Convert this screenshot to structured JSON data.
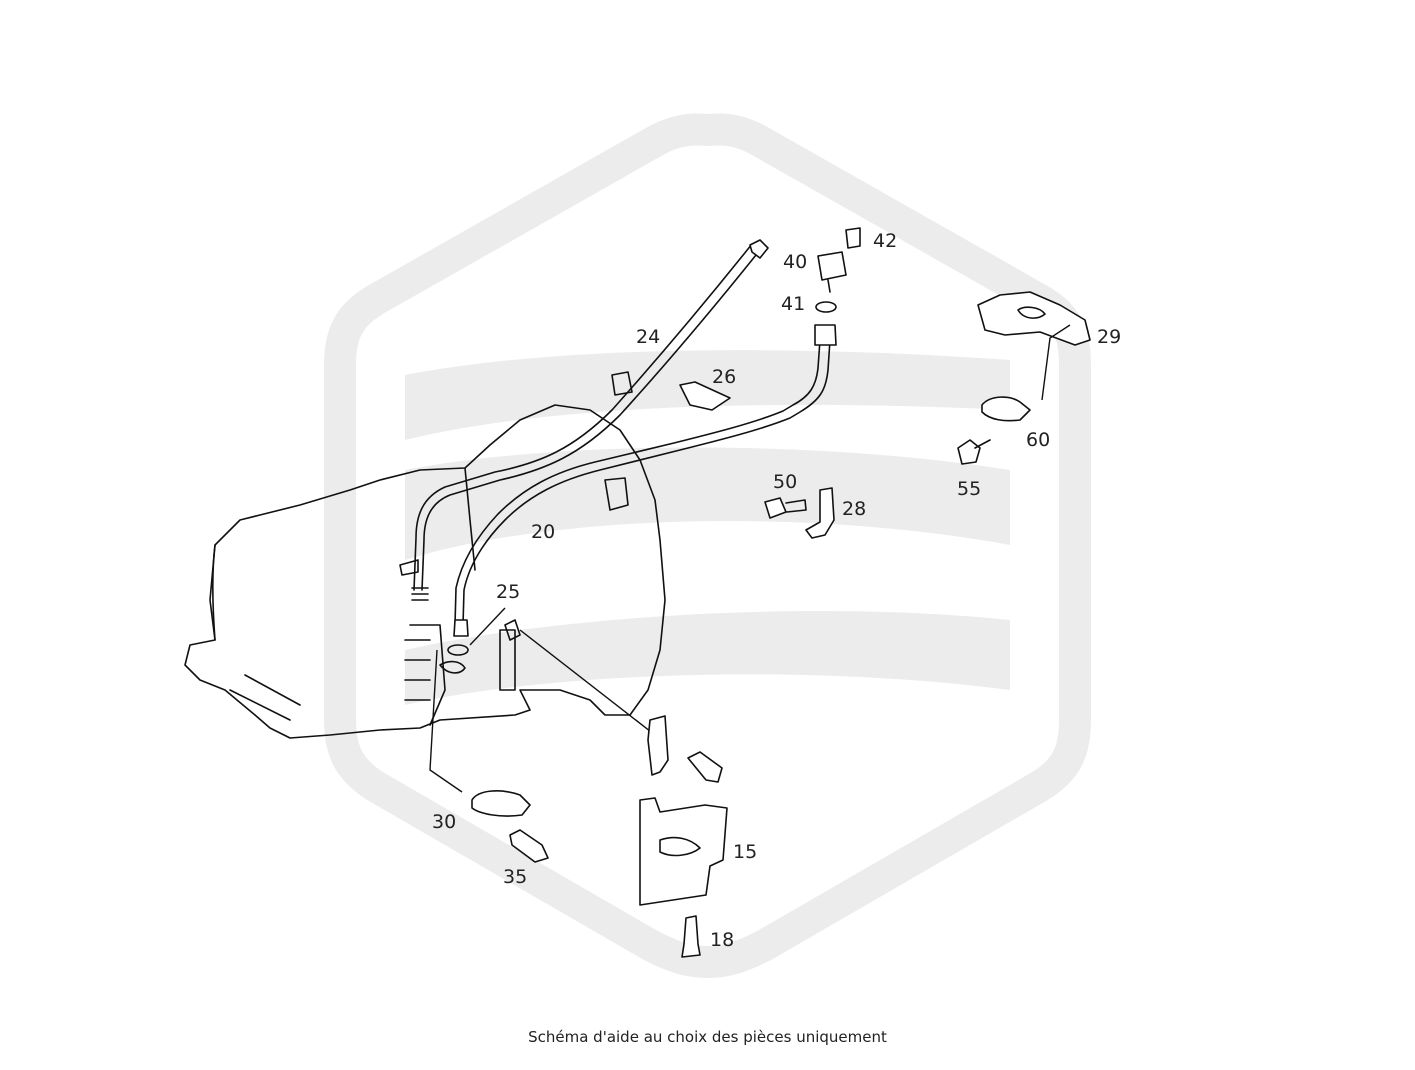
{
  "caption": "Schéma d'aide au choix des pièces uniquement",
  "callouts": {
    "c15": "15",
    "c18": "18",
    "c20": "20",
    "c24": "24",
    "c25": "25",
    "c26": "26",
    "c28": "28",
    "c29": "29",
    "c30": "30",
    "c35": "35",
    "c40": "40",
    "c41": "41",
    "c42": "42",
    "c50": "50",
    "c55": "55",
    "c60": "60"
  },
  "colors": {
    "line": "#111111",
    "watermark": "#ececec",
    "background": "#ffffff"
  }
}
